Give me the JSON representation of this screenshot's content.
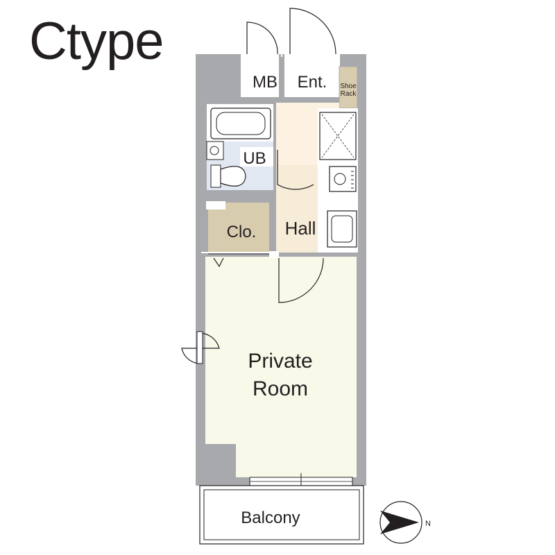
{
  "plan": {
    "title": "Ctype",
    "rooms": {
      "mb": "MB",
      "entrance": "Ent.",
      "shoe_rack_line1": "Shoe",
      "shoe_rack_line2": "Rack",
      "unit_bath": "UB",
      "closet": "Clo.",
      "hall": "Hall",
      "private_room_line1": "Private",
      "private_room_line2": "Room",
      "balcony": "Balcony"
    },
    "compass": {
      "north_label": "N"
    },
    "colors": {
      "wall": "#a7a9ac",
      "hall_floor": "#fdf2e2",
      "hall_lower_floor": "#f7ecd8",
      "bath_floor": "#e2e8f2",
      "closet_floor": "#d8ccae",
      "room_floor": "#f9f9ea",
      "shoe_rack": "#d8ccae",
      "line": "#231f20"
    }
  }
}
